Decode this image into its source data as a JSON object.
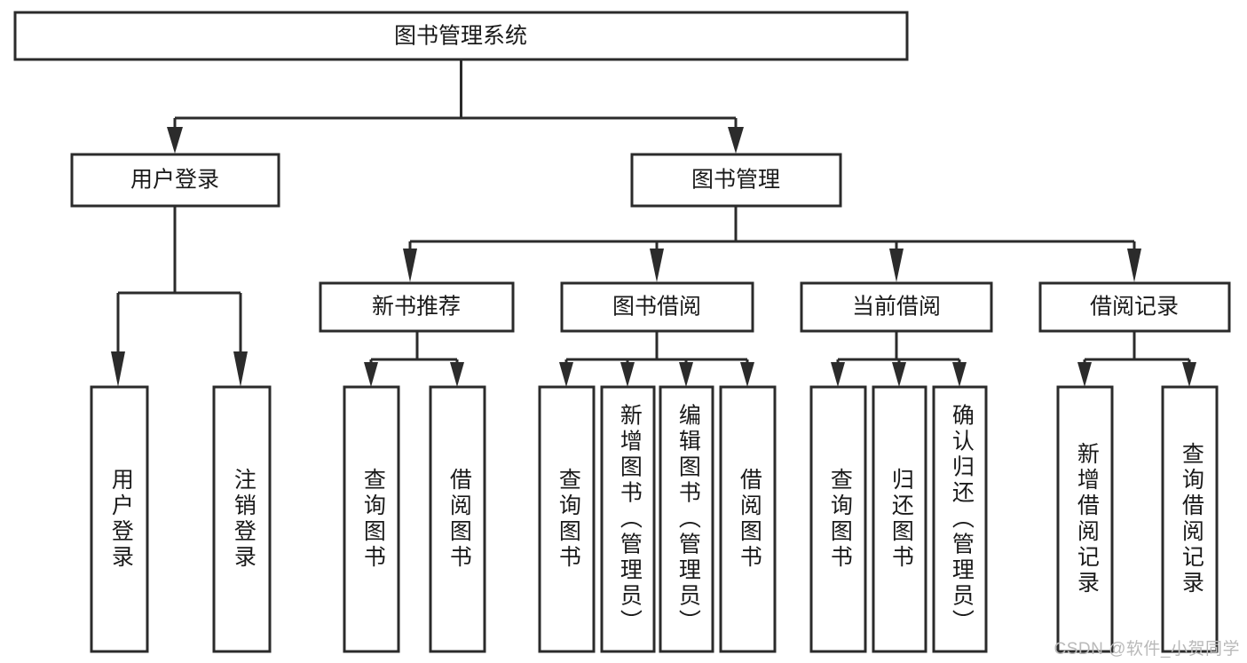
{
  "diagram": {
    "title": "图书管理系统",
    "type": "function-structure-tree",
    "root": {
      "id": "root",
      "label": "图书管理系统",
      "orientation": "horizontal"
    },
    "level2": [
      {
        "id": "user-login",
        "label": "用户登录",
        "orientation": "horizontal"
      },
      {
        "id": "book-manage",
        "label": "图书管理",
        "orientation": "horizontal"
      }
    ],
    "level3": [
      {
        "id": "new-book-recommend",
        "label": "新书推荐",
        "orientation": "horizontal",
        "parent": "book-manage"
      },
      {
        "id": "book-borrow",
        "label": "图书借阅",
        "orientation": "horizontal",
        "parent": "book-manage"
      },
      {
        "id": "current-borrow",
        "label": "当前借阅",
        "orientation": "horizontal",
        "parent": "book-manage"
      },
      {
        "id": "borrow-record",
        "label": "借阅记录",
        "orientation": "horizontal",
        "parent": "book-manage"
      }
    ],
    "leaves": [
      {
        "id": "leaf-user-login",
        "label": "用户登录",
        "orientation": "vertical",
        "parent": "user-login"
      },
      {
        "id": "leaf-user-logout",
        "label": "注销登录",
        "orientation": "vertical",
        "parent": "user-login"
      },
      {
        "id": "leaf-query-book-1",
        "label": "查询图书",
        "orientation": "vertical",
        "parent": "new-book-recommend"
      },
      {
        "id": "leaf-borrow-book-1",
        "label": "借阅图书",
        "orientation": "vertical",
        "parent": "new-book-recommend"
      },
      {
        "id": "leaf-query-book-2",
        "label": "查询图书",
        "orientation": "vertical",
        "parent": "book-borrow"
      },
      {
        "id": "leaf-add-book",
        "label": "新增图书（管理员）",
        "orientation": "vertical",
        "parent": "book-borrow"
      },
      {
        "id": "leaf-edit-book",
        "label": "编辑图书（管理员）",
        "orientation": "vertical",
        "parent": "book-borrow"
      },
      {
        "id": "leaf-borrow-book-2",
        "label": "借阅图书",
        "orientation": "vertical",
        "parent": "book-borrow"
      },
      {
        "id": "leaf-query-book-3",
        "label": "查询图书",
        "orientation": "vertical",
        "parent": "current-borrow"
      },
      {
        "id": "leaf-return-book",
        "label": "归还图书",
        "orientation": "vertical",
        "parent": "current-borrow"
      },
      {
        "id": "leaf-confirm-return",
        "label": "确认归还（管理员）",
        "orientation": "vertical",
        "parent": "current-borrow"
      },
      {
        "id": "leaf-add-record",
        "label": "新增借阅记录",
        "orientation": "vertical",
        "parent": "borrow-record"
      },
      {
        "id": "leaf-query-record",
        "label": "查询借阅记录",
        "orientation": "vertical",
        "parent": "borrow-record"
      }
    ]
  },
  "watermark": {
    "text": "CSDN @软件_小贺同学"
  },
  "colors": {
    "stroke": "#2b2b2b",
    "fill": "#ffffff",
    "text": "#1a1a1a",
    "watermark": "#b9b9b9"
  }
}
